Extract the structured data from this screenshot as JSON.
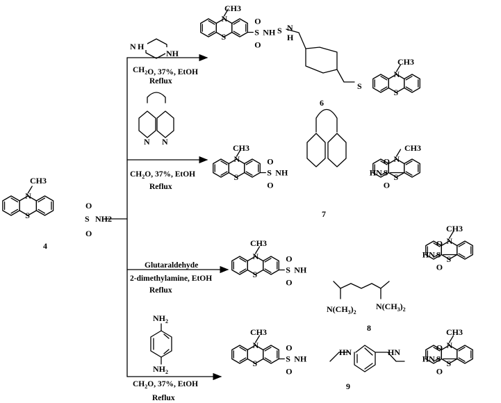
{
  "compounds": {
    "start": {
      "number": "4",
      "methyl": "CH3",
      "n": "N",
      "s": "S",
      "sulfonyl": "S",
      "o1": "O",
      "o2": "O",
      "amine": "NH2"
    },
    "p6": {
      "number": "6",
      "methyl": "CH3",
      "nh": "N",
      "h": "H",
      "nh2": "N",
      "h2": "H"
    },
    "p7": {
      "number": "7",
      "methyl": "CH3"
    },
    "p8": {
      "number": "8",
      "methyl": "CH3",
      "nme2_left": "N(CH3)2",
      "nme2_right": "N(CH3)2"
    },
    "p9": {
      "number": "9",
      "methyl": "CH3"
    }
  },
  "reagents": {
    "r6": {
      "amine": "piperazine",
      "nh_top": "N",
      "h_top": "H",
      "nh_bottom": "NH",
      "line1": "CH2O, 37%, EtOH",
      "line2": "Reflux"
    },
    "r7": {
      "line1": "CH2O, 37%, EtOH",
      "line2": "Reflux"
    },
    "r8": {
      "line1": "Glutaraldehyde",
      "line2": "2-dimethylamine, EtOH",
      "line3": "Reflux"
    },
    "r9": {
      "nh2_top": "NH2",
      "nh2_bottom": "NH2",
      "line1": "CH2O, 37%, EtOH",
      "line2": "Reflux"
    }
  },
  "atoms": {
    "N": "N",
    "S": "S",
    "O": "O",
    "NH": "NH",
    "HN": "HN",
    "H": "H"
  }
}
